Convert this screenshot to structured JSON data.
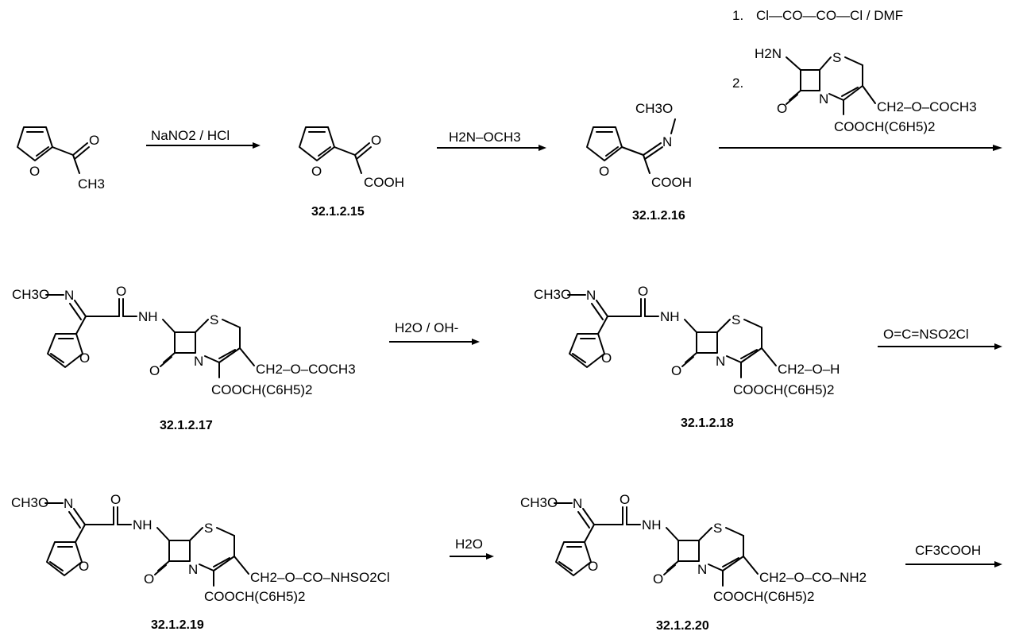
{
  "reagents": {
    "r1": "NaNO2 / HCl",
    "r2": "H2N–OCH3",
    "r3_step1_num": "1.",
    "r3_step1": "Cl—CO—CO—Cl  /  DMF",
    "r3_step2_num": "2.",
    "r4": "H2O / OH-",
    "r5": "O=C=NSO2Cl",
    "r6": "H2O",
    "r7": "CF3COOH"
  },
  "compounds": [
    {
      "id": "c15",
      "label": "32.1.2.15"
    },
    {
      "id": "c16",
      "label": "32.1.2.16"
    },
    {
      "id": "c17",
      "label": "32.1.2.17"
    },
    {
      "id": "c18",
      "label": "32.1.2.18"
    },
    {
      "id": "c19",
      "label": "32.1.2.19"
    },
    {
      "id": "c20",
      "label": "32.1.2.20"
    }
  ],
  "groups": {
    "ch3": "CH3",
    "o": "O",
    "n": "N",
    "s": "S",
    "cooh": "COOH",
    "och3": "CH3O",
    "nh": "NH",
    "h2n": "H2N",
    "ester": "COOCH(C6H5)2",
    "acetoxy": "CH2–O–COCH3",
    "hydroxy": "CH2–O–H",
    "sulfonyl": "CH2–O–CO–NHSO2Cl",
    "carbamate": "CH2–O–CO–NH2"
  }
}
